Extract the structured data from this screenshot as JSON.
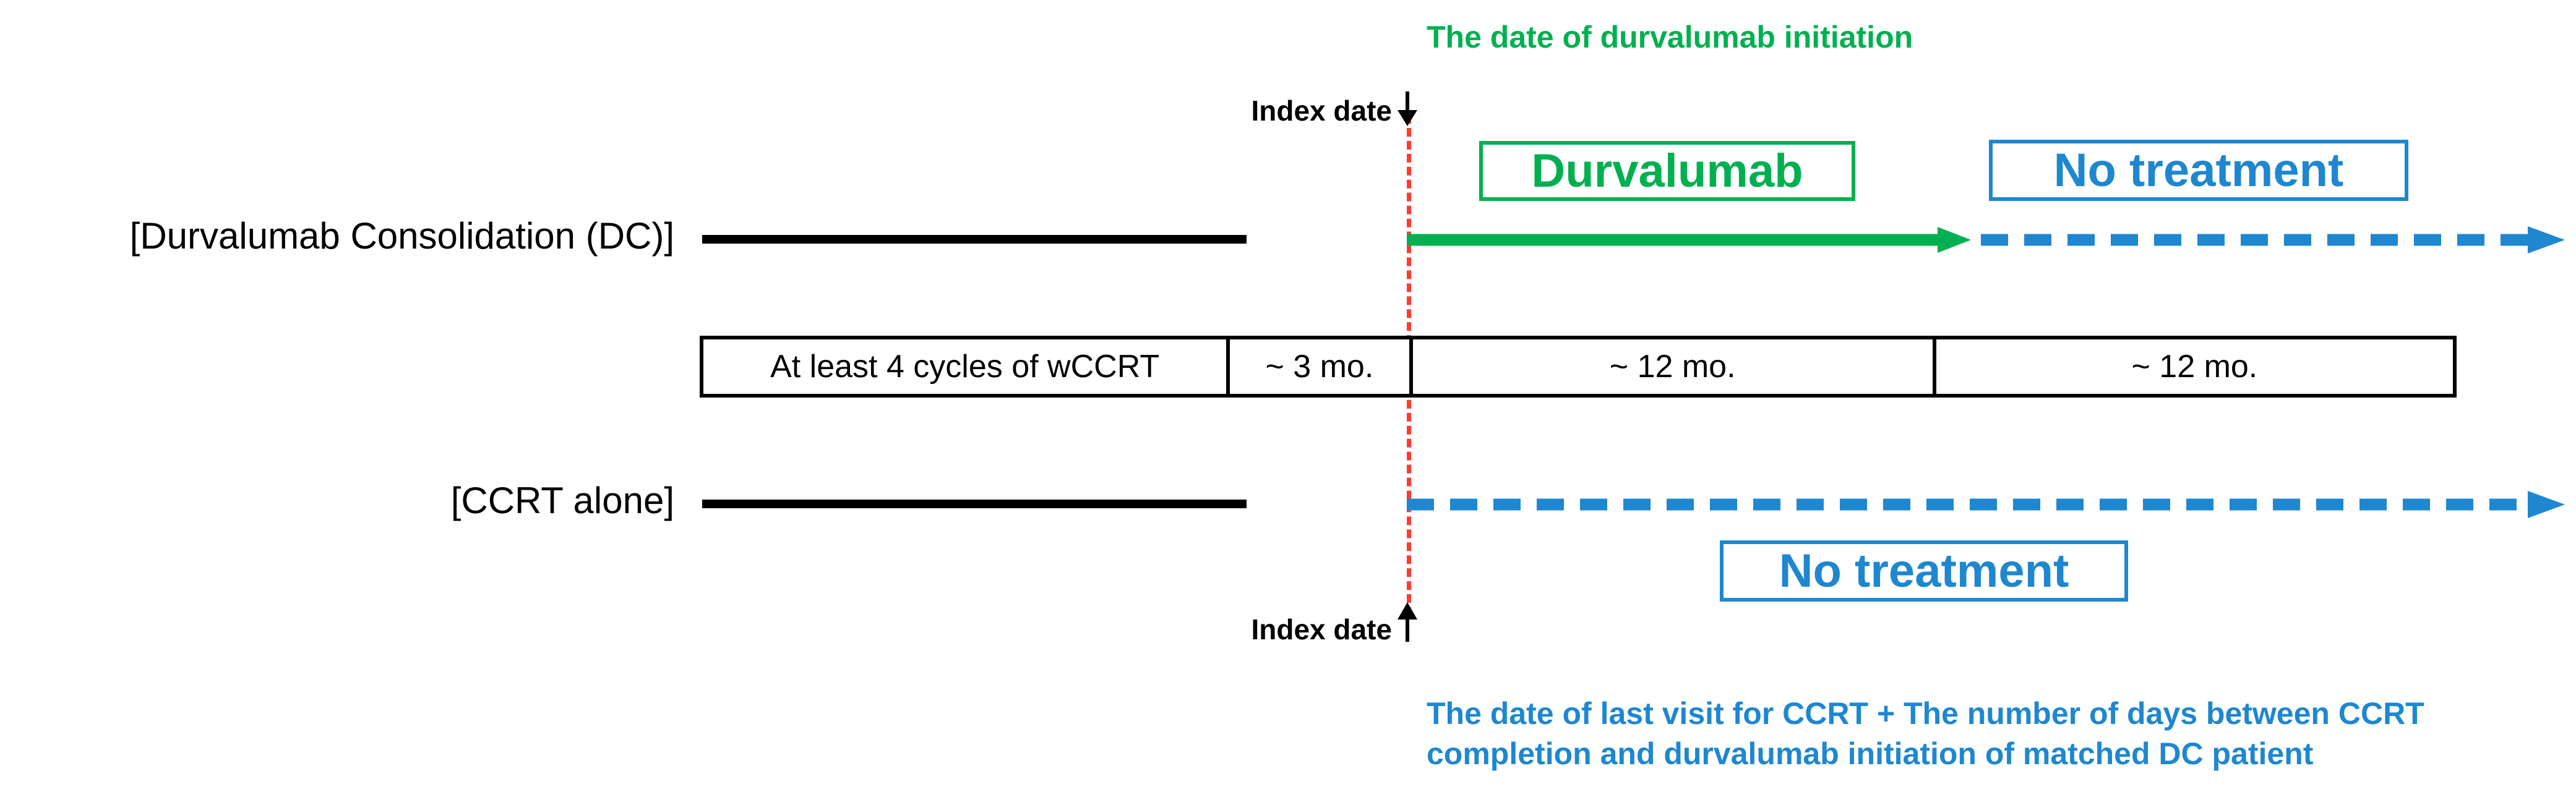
{
  "figure": {
    "type": "study-design-timeline",
    "colors": {
      "green": "#00B050",
      "blue": "#1E87D0",
      "red_index_line": "#FF3B30",
      "black": "#000000",
      "background": "#FFFFFF"
    }
  },
  "annotations": {
    "durvalumab_initiation_note": "The date of durvalumab initiation",
    "index_date_top": "Index date",
    "index_date_bottom": "Index date",
    "ccrt_index_definition_line1": "The date of last visit for CCRT + The number of days between CCRT",
    "ccrt_index_definition_line2": "completion and durvalumab initiation of matched DC patient"
  },
  "arms": [
    {
      "id": "dc",
      "label": "[Durvalumab Consolidation (DC)]",
      "pre_index_segment": "solid-black-line",
      "post_index_phases": [
        {
          "label": "Durvalumab",
          "color": "#00B050",
          "line_style": "solid",
          "boxed": true
        },
        {
          "label": "No treatment",
          "color": "#1E87D0",
          "line_style": "dashed",
          "boxed": true
        }
      ]
    },
    {
      "id": "ccrt",
      "label": "[CCRT alone]",
      "pre_index_segment": "solid-black-line",
      "post_index_phases": [
        {
          "label": "No treatment",
          "color": "#1E87D0",
          "line_style": "dashed",
          "boxed": true
        }
      ]
    }
  ],
  "schedule_table": {
    "cells": [
      {
        "text": "At least 4 cycles of wCCRT"
      },
      {
        "text": "~ 3 mo."
      },
      {
        "text": "~ 12 mo."
      },
      {
        "text": "~ 12 mo."
      }
    ]
  }
}
